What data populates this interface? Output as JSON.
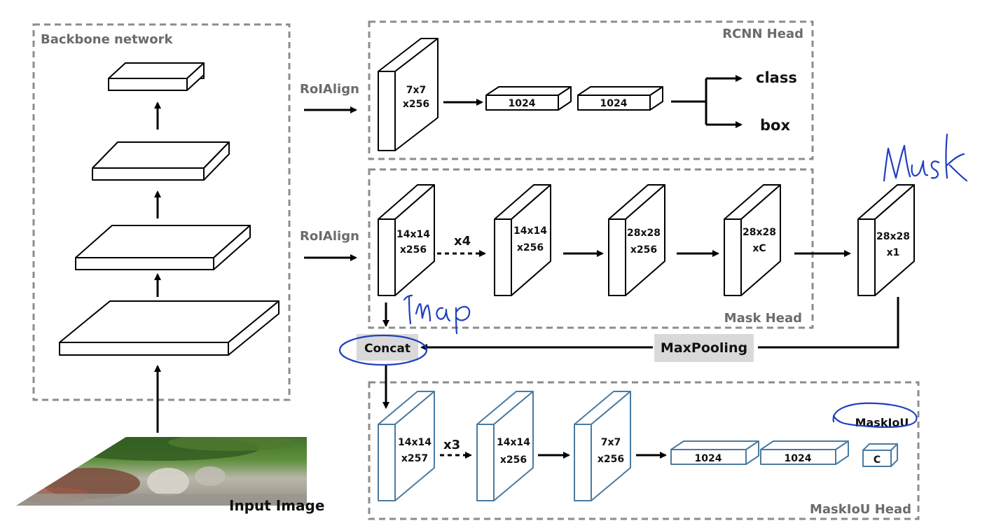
{
  "sections": {
    "backbone": "Backbone network",
    "rcnn_head": "RCNN Head",
    "mask_head": "Mask Head",
    "maskiou_head": "MaskIoU Head"
  },
  "labels": {
    "roialign_top": "RoIAlign",
    "roialign_mid": "RoIAlign",
    "input_image": "Input Image",
    "class": "class",
    "box": "box",
    "x4": "x4",
    "x3": "x3",
    "concat": "Concat",
    "maxpooling": "MaxPooling",
    "maskiou": "MaskIoU"
  },
  "rcnn_head": {
    "feature": [
      "7x7",
      "x256"
    ],
    "fc1": "1024",
    "fc2": "1024"
  },
  "mask_head": {
    "f1": [
      "14x14",
      "x256"
    ],
    "f2": [
      "14x14",
      "x256"
    ],
    "f3": [
      "28x28",
      "x256"
    ],
    "f4": [
      "28x28",
      "xC"
    ],
    "out": [
      "28x28",
      "x1"
    ]
  },
  "maskiou_head": {
    "f1": [
      "14x14",
      "x257"
    ],
    "f2": [
      "14x14",
      "x256"
    ],
    "f3": [
      "7x7",
      "x256"
    ],
    "fc1": "1024",
    "fc2": "1024",
    "out": "C"
  },
  "colors": {
    "dashed_border": "#8c8c8c",
    "maskiou_stroke": "#4a7aa0",
    "highlight_bg": "#d9d9d9",
    "handwriting": "#1f3fbf"
  }
}
